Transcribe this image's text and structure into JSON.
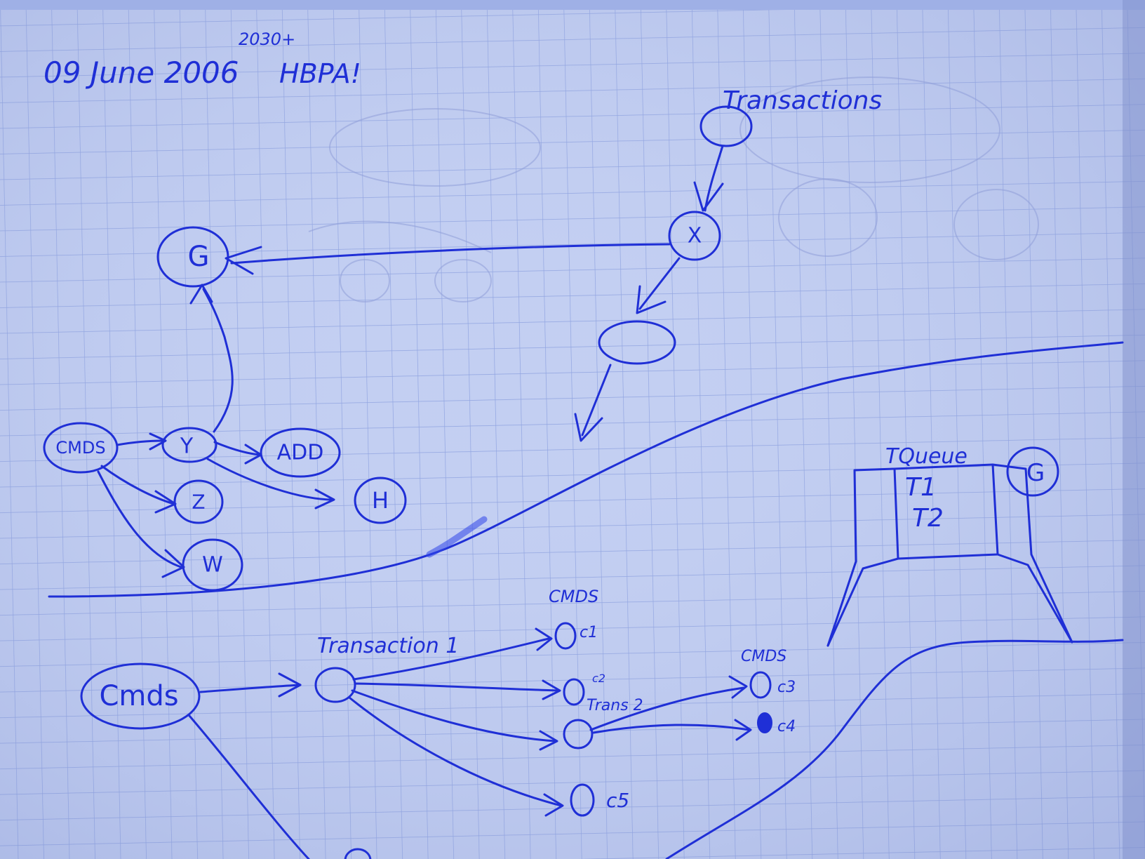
{
  "header": {
    "date": "09 June 2006",
    "superscript": "2030+",
    "tag": "HBPA!"
  },
  "top_diagram": {
    "title": "Transactions",
    "nodes": {
      "g": "G",
      "x": "X",
      "cmds": "CMDS",
      "y": "Y",
      "add": "ADD",
      "z": "Z",
      "h": "H",
      "w": "W"
    }
  },
  "queue": {
    "title": "TQueue",
    "items": [
      "T1",
      "T2"
    ],
    "side_node": "G"
  },
  "bottom_diagram": {
    "cmds": "Cmds",
    "transaction1": "Transaction 1",
    "cmds_label_a": "CMDS",
    "c1": "c1",
    "c2": "c2",
    "trans2": "Trans 2",
    "cmds_label_b": "CMDS",
    "c3": "c3",
    "c4": "c4",
    "c5": "c5"
  },
  "colors": {
    "ink": "#1f2fd6",
    "paper": "#b9c7ee",
    "grid": "#8ea2e0"
  }
}
